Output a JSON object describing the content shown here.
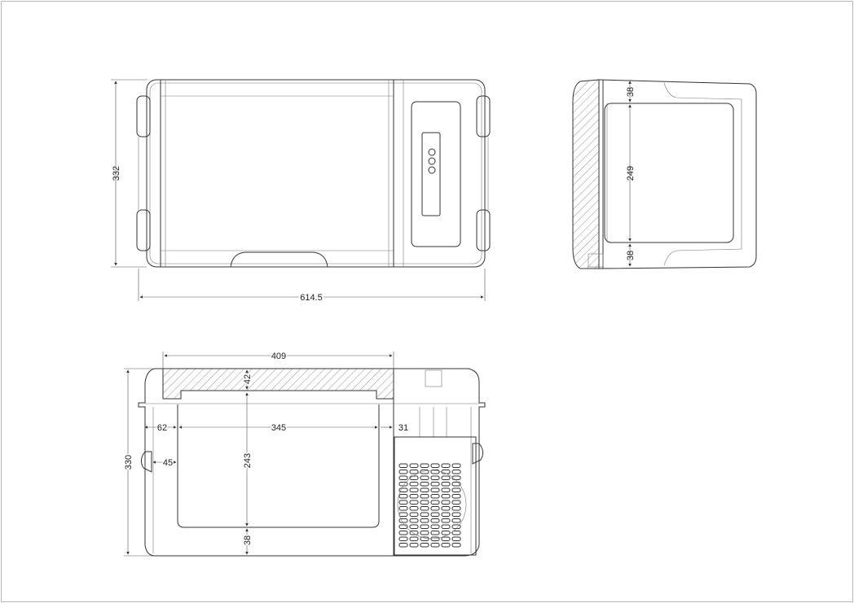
{
  "drawing": {
    "top_view": {
      "width_dim": "614.5",
      "depth_dim": "332"
    },
    "side_view": {
      "top_wall_dim": "38",
      "inner_depth_dim": "249",
      "bottom_wall_dim": "38"
    },
    "front_view": {
      "lid_width_dim": "409",
      "height_dim": "330",
      "lid_thickness_dim": "42",
      "left_wall_dim": "62",
      "inner_width_dim": "345",
      "right_wall_dim": "31",
      "side_wall_dim": "45",
      "inner_height_dim": "243",
      "bottom_wall_dim": "38"
    }
  }
}
